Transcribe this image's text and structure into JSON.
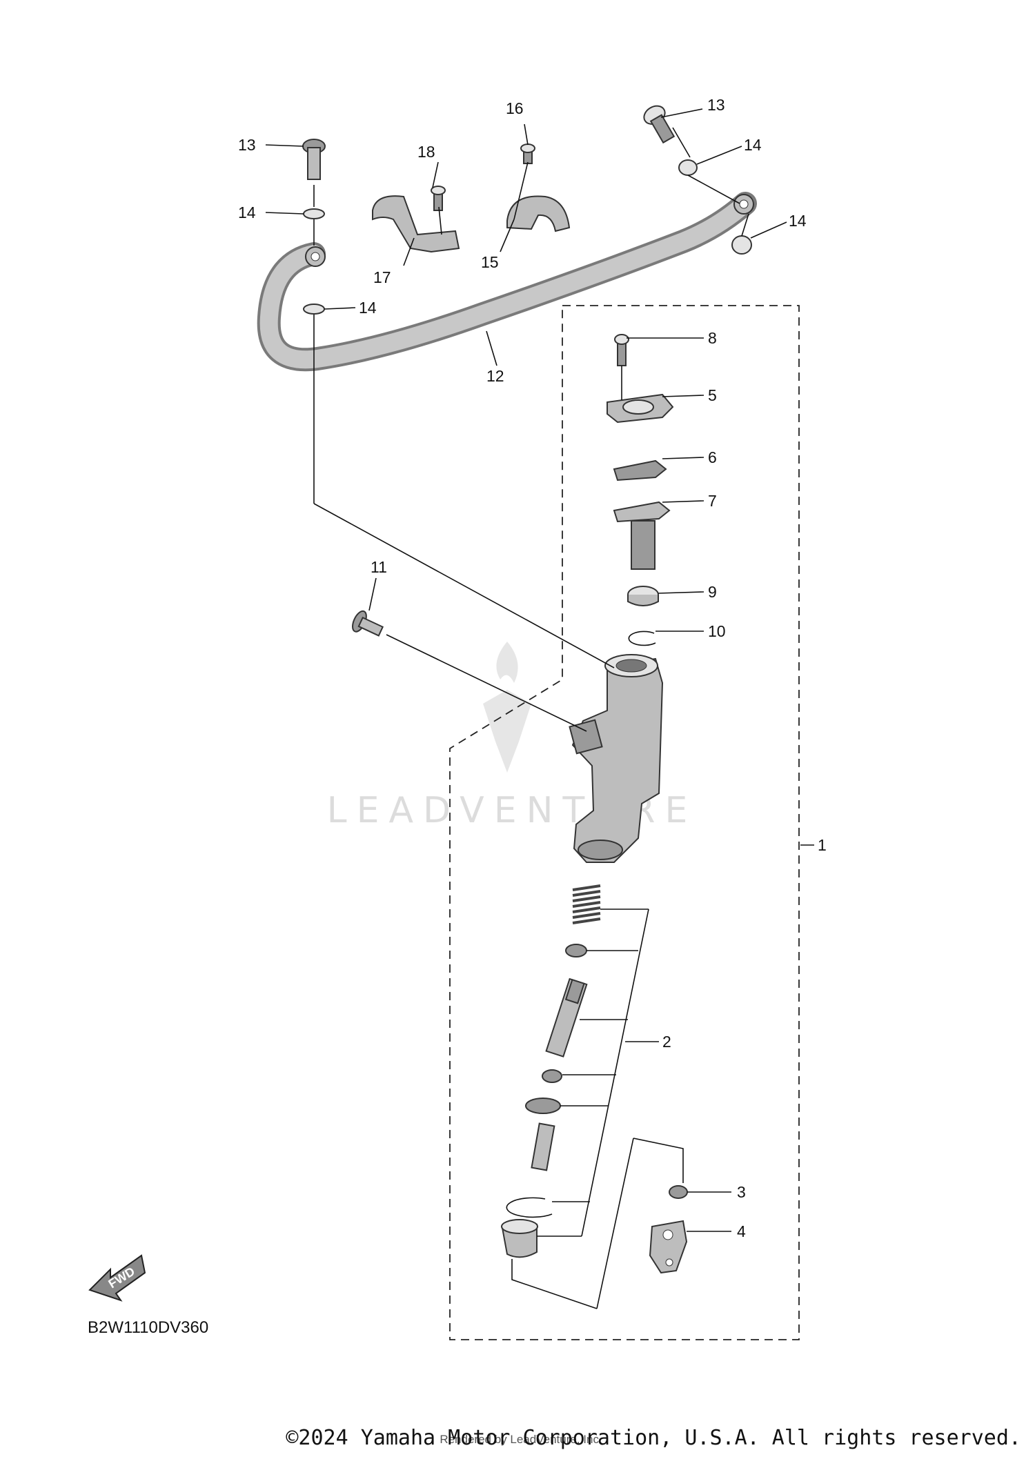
{
  "callouts": {
    "c1": "1",
    "c2": "2",
    "c3": "3",
    "c4": "4",
    "c5": "5",
    "c6": "6",
    "c7": "7",
    "c8": "8",
    "c9": "9",
    "c10": "10",
    "c11": "11",
    "c12": "12",
    "c13a": "13",
    "c13b": "13",
    "c14a": "14",
    "c14b": "14",
    "c14c": "14",
    "c14d": "14",
    "c15": "15",
    "c16": "16",
    "c17": "17",
    "c18": "18"
  },
  "diagram_code": "B2W1110DV360",
  "fwd_label": "FWD",
  "watermark": "LEADVENTURE",
  "copyright": "©2024 Yamaha Motor Corporation, U.S.A. All rights reserved.",
  "rendered_by": "Rendered by LeadVenture, Inc."
}
